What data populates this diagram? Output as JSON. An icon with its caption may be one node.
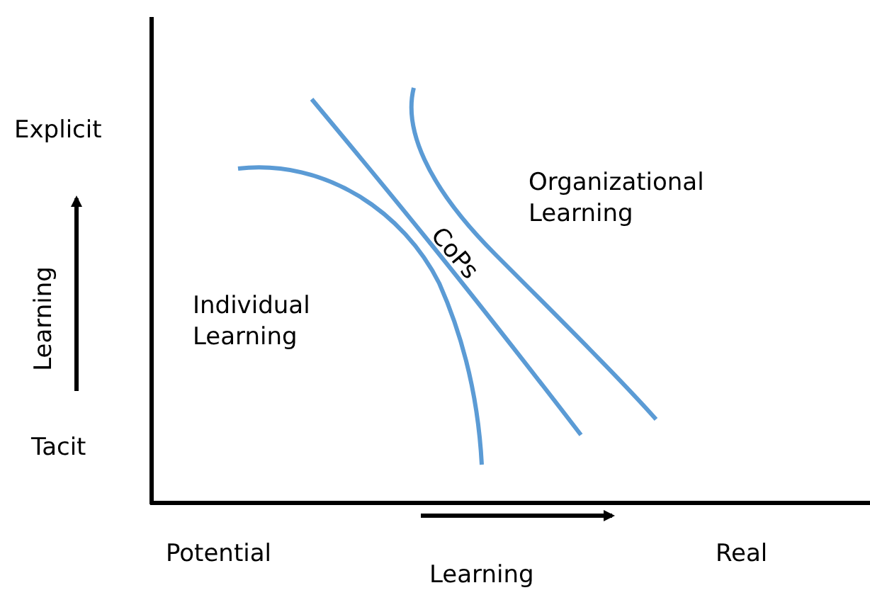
{
  "diagram": {
    "labels": [
      "Explicit",
      "Organizational Learning",
      "CoPs",
      "Individual Learning",
      "Learning",
      "Tacit",
      "Potential",
      "Real",
      "Learning"
    ]
  }
}
